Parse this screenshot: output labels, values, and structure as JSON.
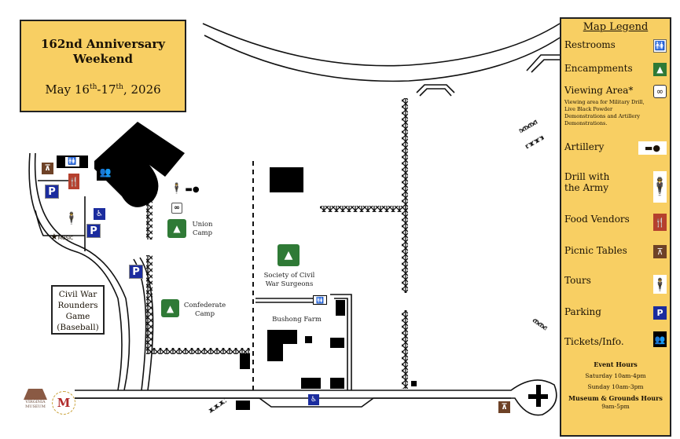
{
  "title": {
    "line1": "162nd Anniversary",
    "line2": "Weekend",
    "date_prefix": "May 16",
    "sup1": "th",
    "date_mid": "-17",
    "sup2": "th",
    "date_suffix": ", 2026"
  },
  "map_labels": {
    "union_camp": [
      "Union",
      "Camp"
    ],
    "confederate_camp": [
      "Confederate",
      "Camp"
    ],
    "surgeons": [
      "Society of Civil",
      "War Surgeons"
    ],
    "bushong_farm": "Bushong Farm",
    "music": "MUSIC",
    "rounders": [
      "Civil War",
      "Rounders",
      "Game",
      "(Baseball)"
    ]
  },
  "logos": [
    "Virginia Museum of the Civil War",
    "Virginia Military Institute"
  ],
  "legend": {
    "title": "Map Legend",
    "items": [
      {
        "label": "Restrooms",
        "icon": "restroom-icon"
      },
      {
        "label": "Encampments",
        "icon": "tent-icon"
      },
      {
        "label": "Viewing Area*",
        "icon": "binoculars-icon"
      },
      {
        "label": "Artillery",
        "icon": "cannon-icon"
      },
      {
        "label": "Drill with the Army",
        "icon": "soldier-icon"
      },
      {
        "label": "Food Vendors",
        "icon": "food-icon"
      },
      {
        "label": "Picnic Tables",
        "icon": "picnic-table-icon"
      },
      {
        "label": "Tours",
        "icon": "tour-guide-icon"
      },
      {
        "label": "Parking",
        "icon": "parking-icon"
      },
      {
        "label": "Tickets/Info.",
        "icon": "tickets-icon"
      }
    ],
    "note": "Viewing area for Military Drill, Live Black Powder Demonstrations and Artillery Demonstrations.",
    "event_hours_title": "Event Hours",
    "saturday": "Saturday 10am-4pm",
    "sunday": "Sunday 10am-3pm",
    "museum_title": "Museum & Grounds Hours",
    "museum_hours": "9am-5pm"
  },
  "colors": {
    "legend_bg": "#F8CF63",
    "parking": "#1B2C9E",
    "tent": "#2F7A36",
    "picnic": "#6E4227",
    "food": "#B5402E"
  }
}
